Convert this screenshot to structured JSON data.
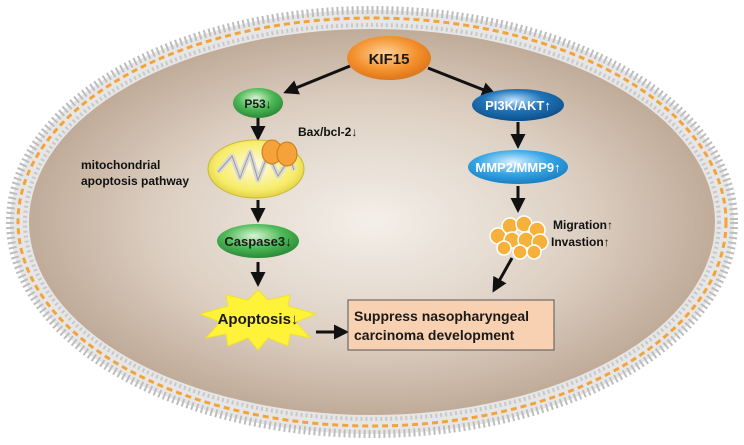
{
  "nodes": {
    "kif15": "KIF15",
    "p53": "P53↓",
    "bax_bcl2": "Bax/bcl-2↓",
    "mito_label_line1": "mitochondrial",
    "mito_label_line2": "apoptosis pathway",
    "caspase3": "Caspase3↓",
    "apoptosis": "Apoptosis↓",
    "pi3k_akt": "PI3K/AKT↑",
    "mmp": "MMP2/MMP9↑",
    "migration": "Migration↑",
    "invasion": "Invastion↑",
    "outcome_line1": "Suppress nasopharyngeal",
    "outcome_line2": "carcinoma development"
  },
  "colors": {
    "kif15": "#f39a2c",
    "p53": "#3fa84a",
    "caspase3": "#3fa84a",
    "pi3k_akt": "#1d6fb0",
    "mmp": "#2a9de0",
    "apoptosis_star": "#fff33a",
    "outcome_box": "#f7d1b2",
    "cell_fill": "#cbb8a6",
    "membrane": "#f2a33a",
    "mitochondrion": "#f7ec6a",
    "cells_cluster": "#f6b13d"
  }
}
